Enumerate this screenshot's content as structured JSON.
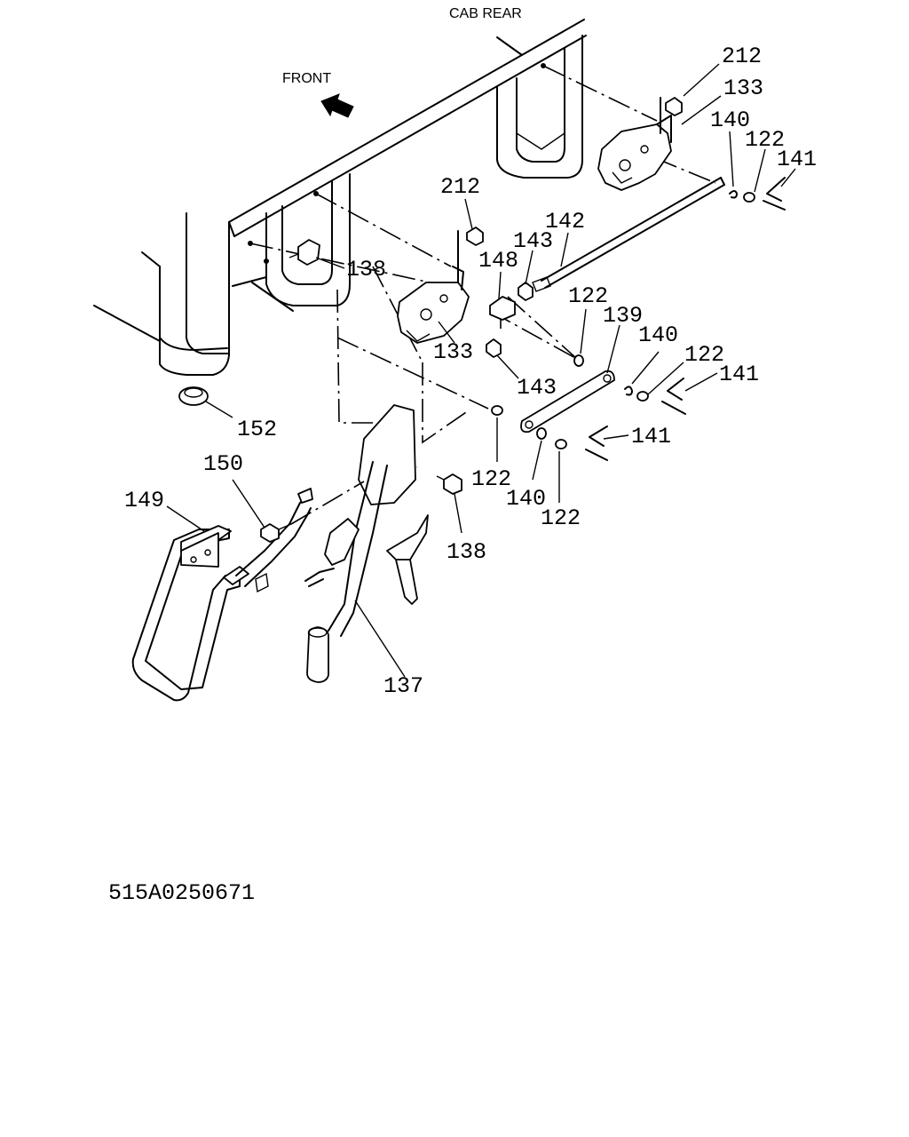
{
  "diagram": {
    "direction_labels": {
      "cab_rear": "CAB REAR",
      "front": "FRONT"
    },
    "drawing_number": "515A0250671",
    "callouts": {
      "c212_top": "212",
      "c133_top": "133",
      "c140_top": "140",
      "c122_top": "122",
      "c141_top": "141",
      "c212_mid": "212",
      "c142": "142",
      "c143_top": "143",
      "c148": "148",
      "c138_top": "138",
      "c122_mid": "122",
      "c139": "139",
      "c140_mid": "140",
      "c133_mid": "133",
      "c122_right": "122",
      "c141_right": "141",
      "c143_bottom": "143",
      "c152": "152",
      "c141_lower": "141",
      "c150": "150",
      "c122_lower": "122",
      "c140_lower": "140",
      "c122_bottom": "122",
      "c149": "149",
      "c138_bottom": "138",
      "c137": "137"
    }
  }
}
